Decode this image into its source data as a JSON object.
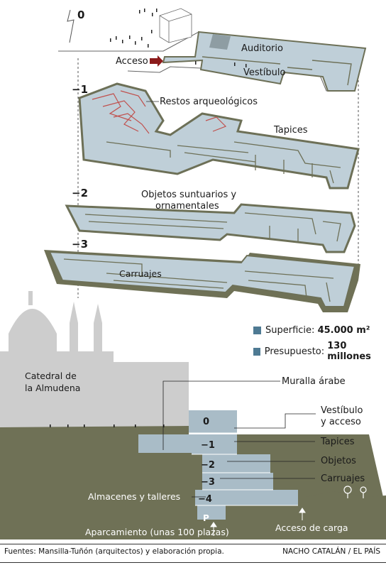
{
  "levels": {
    "l0": "0",
    "l1": "−1",
    "l2": "−2",
    "l3": "−3"
  },
  "floorplan": {
    "acceso": "Acceso",
    "auditorio": "Auditorio",
    "vestibulo": "Vestíbulo",
    "restos": "Restos arqueológicos",
    "tapices": "Tapices",
    "objetos_line1": "Objetos suntuarios y",
    "objetos_line2": "ornamentales",
    "carruajes": "Carruajes"
  },
  "legend": {
    "superficie_label": "Superficie:",
    "superficie_value": "45.000 m²",
    "presupuesto_label": "Presupuesto:",
    "presupuesto_value": "130 millones",
    "swatch_color": "#4e7a93"
  },
  "section": {
    "catedral_line1": "Catedral de",
    "catedral_line2": "la Almudena",
    "muralla": "Muralla árabe",
    "vestibulo_line1": "Vestíbulo",
    "vestibulo_line2": "y acceso",
    "tapices": "Tapices",
    "objetos": "Objetos",
    "carruajes": "Carruajes",
    "almacenes": "Almacenes y talleres",
    "aparcamiento": "Aparcamiento (unas 100 plazas)",
    "acceso_carga": "Acceso de carga",
    "parking_sign": "P",
    "floor_0": "0",
    "floor_1": "−1",
    "floor_2": "−2",
    "floor_3": "−3",
    "floor_4": "−4"
  },
  "footer": {
    "sources": "Fuentes: Mansilla-Tuñón (arquitectos) y elaboración propia.",
    "credit": "NACHO CATALÁN / EL PAÍS"
  },
  "colors": {
    "floor_fill": "#bfcfd8",
    "wall": "#6d7057",
    "earth": "#6f7156",
    "building": "#a9bcc7",
    "cathedral": "#cdcdcd",
    "archaeology": "#c0504d",
    "arrow": "#8b1a1a"
  }
}
